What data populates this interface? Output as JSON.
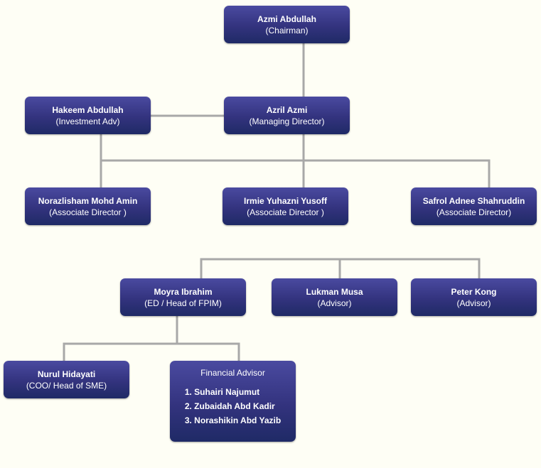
{
  "chart": {
    "chairman": {
      "name": "Azmi Abdullah",
      "role": "(Chairman)"
    },
    "md": {
      "name": "Azril Azmi",
      "role": "(Managing Director)"
    },
    "investment": {
      "name": "Hakeem Abdullah",
      "role": "(Investment Adv)"
    },
    "ad1": {
      "name": "Norazlisham Mohd Amin",
      "role": "(Associate Director )"
    },
    "ad2": {
      "name": "Irmie Yuhazni Yusoff",
      "role": "(Associate Director )"
    },
    "ad3": {
      "name": "Safrol Adnee Shahruddin",
      "role": "(Associate Director)"
    },
    "ed": {
      "name": "Moyra Ibrahim",
      "role": "(ED / Head of FPIM)"
    },
    "lukman": {
      "name": "Lukman Musa",
      "role": "(Advisor)"
    },
    "peter": {
      "name": "Peter Kong",
      "role": "(Advisor)"
    },
    "coo": {
      "name": "Nurul Hidayati",
      "role": "(COO/ Head of SME)"
    },
    "fa": {
      "title": "Financial Advisor",
      "members": [
        "1. Suhairi Najumut",
        "2. Zubaidah Abd Kadir",
        "3. Norashikin Abd Yazib"
      ]
    }
  },
  "colors": {
    "box_top": "#4a4aa0",
    "box_bottom": "#1f2a66",
    "connector": "#a8a8a8",
    "background": "#fefef5"
  }
}
